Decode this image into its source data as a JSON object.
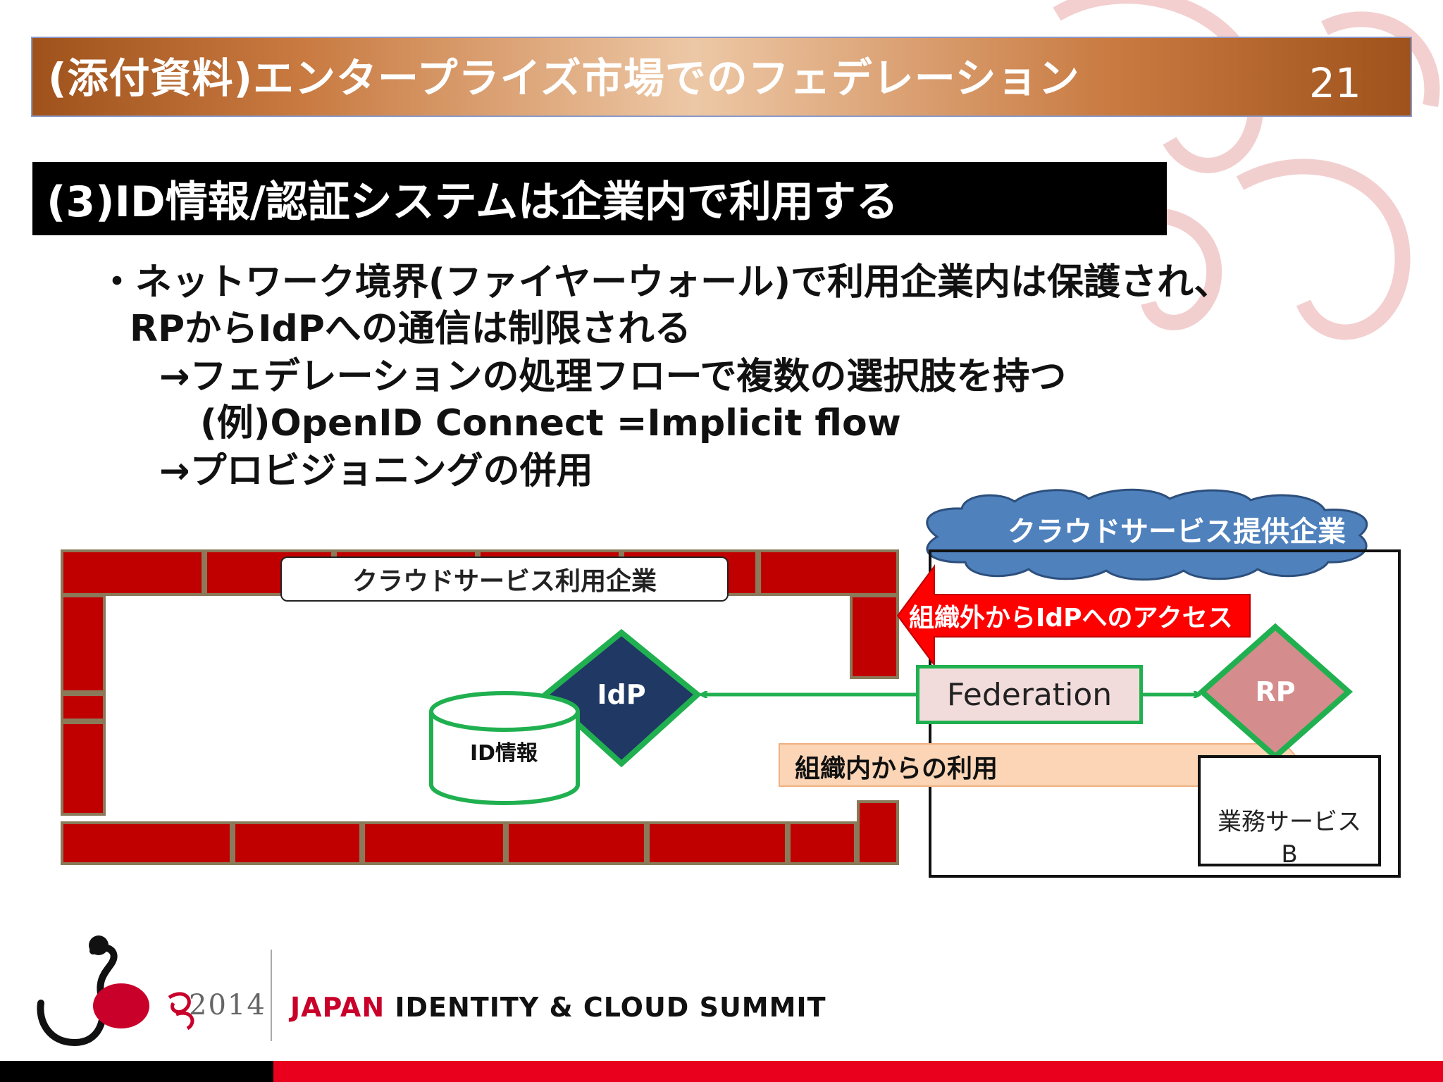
{
  "slide": {
    "title": "(添付資料)エンタープライズ市場でのフェデレーション",
    "page_number": "21",
    "heading": "(3)ID情報/認証システムは企業内で利用する",
    "body_lines": [
      "・ネットワーク境界(ファイヤーウォール)で利用企業内は保護され、",
      "RPからIdPへの通信は制限される",
      "→フェデレーションの処理フローで複数の選択肢を持つ",
      "(例)OpenID Connect =Implicit flow",
      "→プロビジョニングの併用"
    ]
  },
  "diagram": {
    "enterprise_label": "クラウドサービス利用企業",
    "provider_label": "クラウドサービス提供企業",
    "external_access_label": "組織外からIdPへのアクセス",
    "federation_label": "Federation",
    "idp_label": "IdP",
    "rp_label": "RP",
    "id_store_label": "ID情報",
    "internal_use_label": "組織内からの利用",
    "business_service_line1": "業務サービス",
    "business_service_line2": "B",
    "colors": {
      "wall": "#c00000",
      "idp_fill": "#1f3864",
      "diamond_border": "#20b050",
      "rp_fill": "#d48c8c",
      "cloud": "#4f81bd",
      "external_arrow": "#ff0000",
      "internal_arrow": "#fbd5b5"
    }
  },
  "footer": {
    "logo_ics": "ICS",
    "logo_year": "2014",
    "summit_part1": "JAPAN",
    "summit_part2": "IDENTITY & CLOUD SUMMIT"
  }
}
